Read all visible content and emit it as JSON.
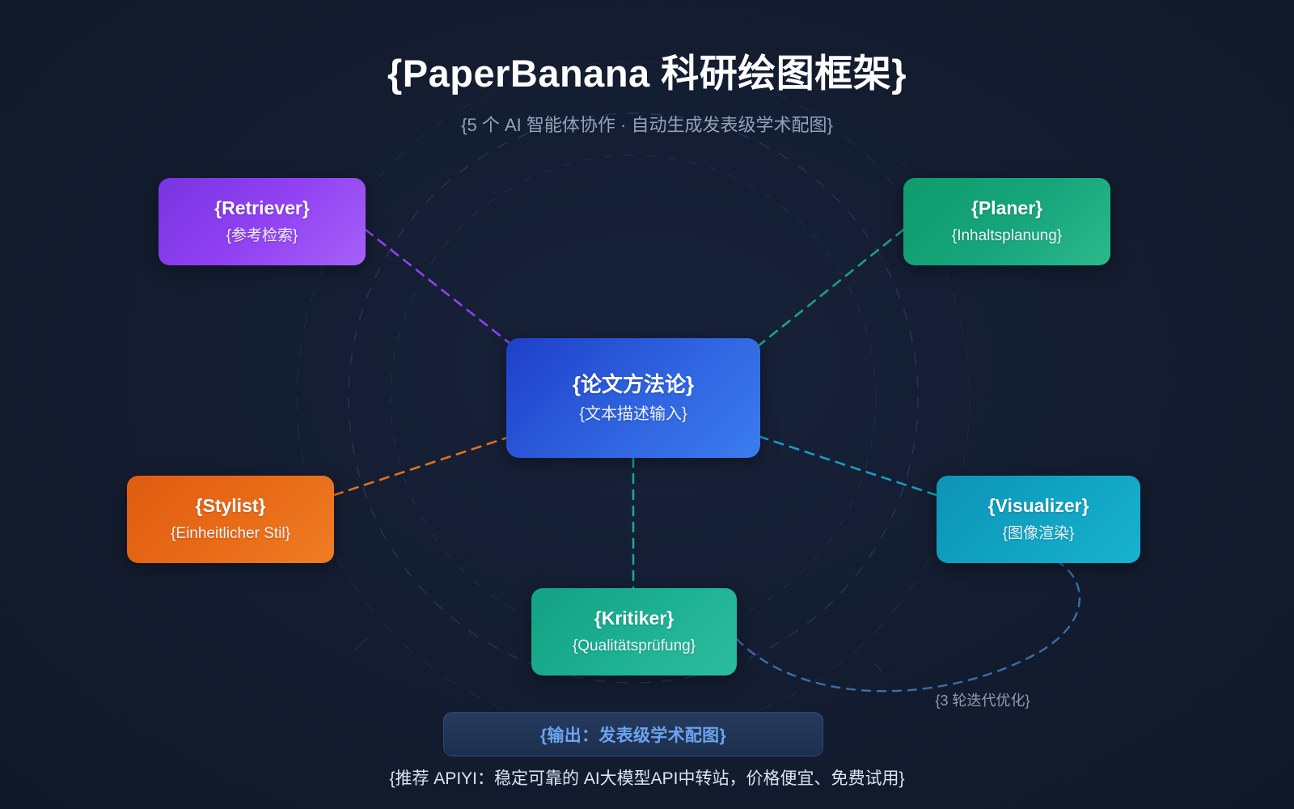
{
  "header": {
    "title": "{PaperBanana 科研绘图框架}",
    "subtitle": "{5 个 AI 智能体协作 · 自动生成发表级学术配图}"
  },
  "center_node": {
    "title": "{论文方法论}",
    "subtitle": "{文本描述输入}",
    "color": "#2f62df"
  },
  "agents": [
    {
      "id": "retriever",
      "title": "{Retriever}",
      "subtitle": "{参考检索}",
      "color": "#9141f2"
    },
    {
      "id": "planer",
      "title": "{Planer}",
      "subtitle": "{Inhaltsplanung}",
      "color": "#16a57a"
    },
    {
      "id": "stylist",
      "title": "{Stylist}",
      "subtitle": "{Einheitlicher Stil}",
      "color": "#e86a16"
    },
    {
      "id": "visualizer",
      "title": "{Visualizer}",
      "subtitle": "{图像渲染}",
      "color": "#11a4c2"
    },
    {
      "id": "kritiker",
      "title": "{Kritiker}",
      "subtitle": "{Qualitätsprüfung}",
      "color": "#1eb093"
    }
  ],
  "output": {
    "label": "{输出：发表级学术配图}",
    "text_color": "#6ba4ef"
  },
  "iteration": {
    "label": "{3 轮迭代优化}",
    "arc_color": "#3b6ea8"
  },
  "footer": {
    "note": "{推荐 APIYI：稳定可靠的 AI大模型API中转站，价格便宜、免费试用}"
  },
  "theme": {
    "background": "#131c2e",
    "title_color": "#ffffff",
    "subtitle_color": "#93a2b8",
    "decor_color": "#2b3853"
  }
}
